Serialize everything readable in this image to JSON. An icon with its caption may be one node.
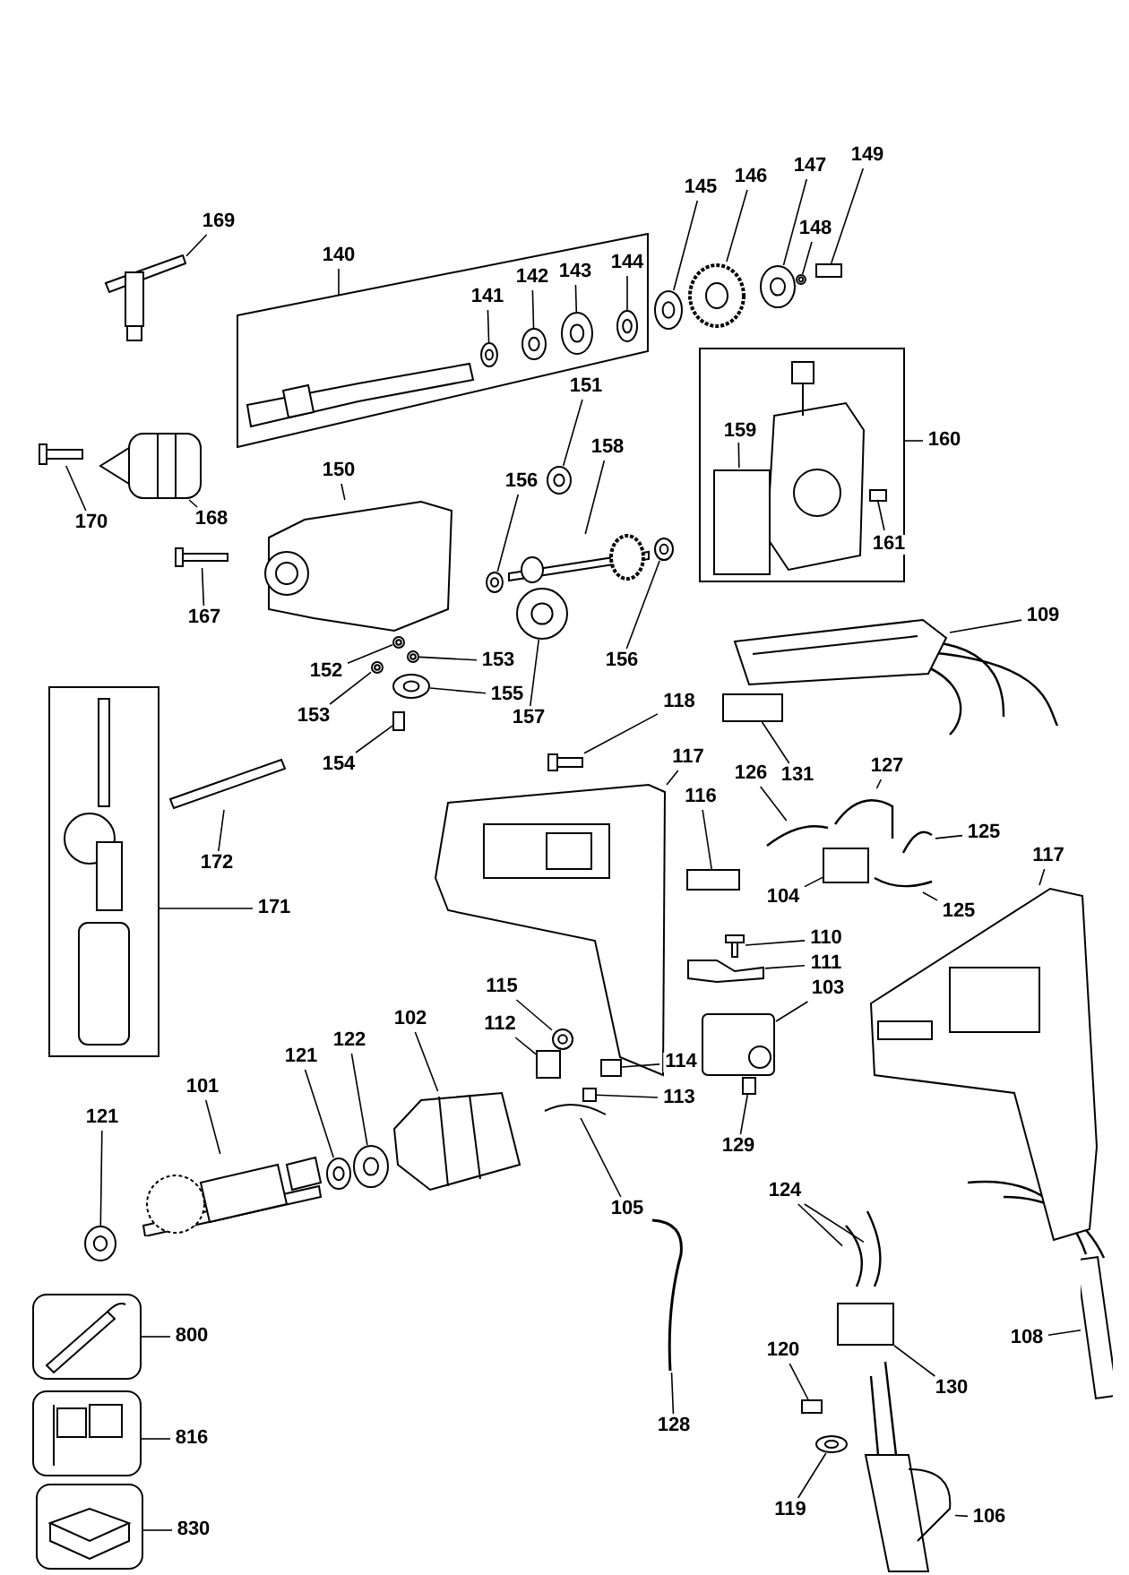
{
  "diagram": {
    "nodes": [
      {
        "text": [
          "149"
        ]
      },
      {
        "text": [
          "147"
        ]
      },
      {
        "text": [
          "146"
        ]
      },
      {
        "text": [
          "145"
        ]
      },
      {
        "text": [
          "169"
        ]
      },
      {
        "text": [
          "148"
        ]
      },
      {
        "text": [
          "140"
        ]
      },
      {
        "text": [
          "144"
        ],
        "in": 11
      },
      {
        "text": [
          "143"
        ],
        "in": 11
      },
      {
        "text": [
          "142"
        ],
        "in": 11
      },
      {
        "text": [
          "141"
        ],
        "in": 11
      },
      {
        "text": [],
        "shape": "box"
      },
      {
        "text": [],
        "shape": "box"
      },
      {
        "text": [
          "151"
        ]
      },
      {
        "text": [
          "159"
        ],
        "in": 12
      },
      {
        "text": [
          "160"
        ]
      },
      {
        "text": [
          "158"
        ]
      },
      {
        "text": [
          "150"
        ]
      },
      {
        "text": [
          "156"
        ]
      },
      {
        "text": [
          "168"
        ]
      },
      {
        "text": [
          "170"
        ]
      },
      {
        "text": [
          "161"
        ],
        "in": 12
      },
      {
        "text": [
          "109"
        ]
      },
      {
        "text": [
          "167"
        ]
      },
      {
        "text": [
          "153"
        ]
      },
      {
        "text": [
          "156"
        ]
      },
      {
        "text": [
          "152"
        ]
      },
      {
        "text": [],
        "shape": "box"
      },
      {
        "text": [
          "155"
        ]
      },
      {
        "text": [
          "118"
        ]
      },
      {
        "text": [
          "153"
        ]
      },
      {
        "text": [
          "157"
        ]
      },
      {
        "text": [
          "117"
        ]
      },
      {
        "text": [
          "154"
        ]
      },
      {
        "text": [
          "126"
        ]
      },
      {
        "text": [
          "127"
        ]
      },
      {
        "text": [
          "131"
        ]
      },
      {
        "text": [
          "116"
        ]
      },
      {
        "text": [
          "125"
        ]
      },
      {
        "text": [
          "117"
        ]
      },
      {
        "text": [
          "172"
        ]
      },
      {
        "text": [
          "104"
        ]
      },
      {
        "text": [
          "171"
        ]
      },
      {
        "text": [
          "125"
        ]
      },
      {
        "text": [
          "110"
        ]
      },
      {
        "text": [
          "111"
        ]
      },
      {
        "text": [
          "115"
        ]
      },
      {
        "text": [
          "103"
        ]
      },
      {
        "text": [
          "102"
        ]
      },
      {
        "text": [
          "112"
        ]
      },
      {
        "text": [
          "122"
        ]
      },
      {
        "text": [
          "121"
        ]
      },
      {
        "text": [
          "114"
        ]
      },
      {
        "text": [
          "101"
        ]
      },
      {
        "text": [
          "113"
        ]
      },
      {
        "text": [
          "121"
        ]
      },
      {
        "text": [
          "129"
        ]
      },
      {
        "text": [
          "124"
        ]
      },
      {
        "text": [
          "105"
        ]
      },
      {
        "text": [],
        "shape": "box"
      },
      {
        "text": [
          "800"
        ]
      },
      {
        "text": [
          "108"
        ]
      },
      {
        "text": [
          "120"
        ]
      },
      {
        "text": [
          "130"
        ]
      },
      {
        "text": [],
        "shape": "box"
      },
      {
        "text": [
          "816"
        ]
      },
      {
        "text": [
          "128"
        ]
      },
      {
        "text": [],
        "shape": "box"
      },
      {
        "text": [
          "119"
        ]
      },
      {
        "text": [
          "106"
        ]
      },
      {
        "text": [
          "830"
        ]
      },
      {
        "text": [],
        "shape": "box"
      },
      {
        "text": [],
        "shape": "circle"
      },
      {
        "text": [],
        "shape": "picture"
      },
      {
        "text": [],
        "shape": "circle"
      },
      {
        "text": [],
        "shape": "circle"
      },
      {
        "text": [],
        "shape": "circle",
        "in": 11
      },
      {
        "text": [],
        "shape": "circle",
        "in": 11
      },
      {
        "text": [],
        "shape": "circle",
        "in": 11
      },
      {
        "text": [],
        "shape": "circle",
        "in": 11
      },
      {
        "text": [],
        "shape": "picture"
      },
      {
        "text": [],
        "shape": "circle"
      },
      {
        "text": [],
        "shape": "picture"
      },
      {
        "text": [],
        "shape": "circle"
      },
      {
        "text": [],
        "shape": "circle"
      },
      {
        "text": [],
        "shape": "picture"
      },
      {
        "text": [],
        "shape": "picture"
      },
      {
        "text": [],
        "shape": "picture"
      },
      {
        "text": [],
        "shape": "box",
        "in": 12
      },
      {
        "text": [],
        "shape": "box",
        "in": 12
      },
      {
        "text": [],
        "shape": "picture"
      },
      {
        "text": [],
        "shape": "picture"
      },
      {
        "text": [],
        "shape": "circle"
      },
      {
        "text": [],
        "shape": "circle"
      },
      {
        "text": [],
        "shape": "circle"
      },
      {
        "text": [],
        "shape": "picture"
      },
      {
        "text": [],
        "shape": "circle"
      },
      {
        "text": [],
        "shape": "circle"
      },
      {
        "text": [],
        "shape": "picture"
      },
      {
        "text": [],
        "shape": "box"
      },
      {
        "text": [],
        "shape": "line"
      },
      {
        "text": [],
        "shape": "line"
      },
      {
        "text": [],
        "shape": "box"
      },
      {
        "text": [],
        "shape": "box"
      },
      {
        "text": [],
        "shape": "line"
      },
      {
        "text": [],
        "shape": "picture"
      },
      {
        "text": [],
        "shape": "bar"
      },
      {
        "text": [],
        "shape": "box"
      },
      {
        "text": [],
        "shape": "line"
      },
      {
        "text": [],
        "shape": "picture"
      },
      {
        "text": [],
        "shape": "picture"
      },
      {
        "text": [],
        "shape": "circle"
      },
      {
        "text": [],
        "shape": "picture"
      },
      {
        "text": [],
        "shape": "picture"
      },
      {
        "text": [],
        "shape": "box"
      },
      {
        "text": [],
        "shape": "circle"
      },
      {
        "text": [],
        "shape": "circle"
      },
      {
        "text": [],
        "shape": "box"
      },
      {
        "text": [],
        "shape": "picture"
      },
      {
        "text": [],
        "shape": "box"
      },
      {
        "text": [],
        "shape": "circle"
      },
      {
        "text": [],
        "shape": "box"
      },
      {
        "text": [],
        "shape": "line"
      },
      {
        "text": [],
        "shape": "line"
      },
      {
        "text": [],
        "shape": "line"
      },
      {
        "text": [],
        "shape": "bar"
      },
      {
        "text": [],
        "shape": "box"
      },
      {
        "text": [],
        "shape": "box"
      },
      {
        "text": [],
        "shape": "line"
      },
      {
        "text": [],
        "shape": "circle"
      },
      {
        "text": [],
        "shape": "picture"
      }
    ],
    "edges": [
      {
        "from": 0,
        "to": 71,
        "arrow": "none"
      },
      {
        "from": 1,
        "to": 72,
        "arrow": "none"
      },
      {
        "from": 2,
        "to": 73,
        "arrow": "none"
      },
      {
        "from": 3,
        "to": 74,
        "arrow": "none"
      },
      {
        "from": 4,
        "to": 80,
        "arrow": "none"
      },
      {
        "from": 5,
        "to": 75,
        "arrow": "none"
      },
      {
        "from": 6,
        "to": 11,
        "arrow": "none"
      },
      {
        "from": 7,
        "to": 76,
        "arrow": "none"
      },
      {
        "from": 8,
        "to": 77,
        "arrow": "none"
      },
      {
        "from": 9,
        "to": 78,
        "arrow": "none"
      },
      {
        "from": 10,
        "to": 79,
        "arrow": "none"
      },
      {
        "from": 13,
        "to": 81,
        "arrow": "none"
      },
      {
        "from": 15,
        "to": 12,
        "arrow": "none"
      },
      {
        "from": 16,
        "to": 82,
        "arrow": "none"
      },
      {
        "from": 17,
        "to": 85,
        "arrow": "none"
      },
      {
        "from": 18,
        "to": 83,
        "arrow": "none"
      },
      {
        "from": 19,
        "to": 86,
        "arrow": "none"
      },
      {
        "from": 20,
        "to": 87,
        "arrow": "none"
      },
      {
        "from": 14,
        "to": 88,
        "arrow": "none"
      },
      {
        "from": 21,
        "to": 89,
        "arrow": "none"
      },
      {
        "from": 22,
        "to": 90,
        "arrow": "none"
      },
      {
        "from": 23,
        "to": 91,
        "arrow": "none"
      },
      {
        "from": 24,
        "to": 92,
        "arrow": "none"
      },
      {
        "from": 25,
        "to": 84,
        "arrow": "none"
      },
      {
        "from": 26,
        "to": 93,
        "arrow": "none"
      },
      {
        "from": 28,
        "to": 94,
        "arrow": "none"
      },
      {
        "from": 29,
        "to": 95,
        "arrow": "none"
      },
      {
        "from": 30,
        "to": 96,
        "arrow": "none"
      },
      {
        "from": 31,
        "to": 97,
        "arrow": "none"
      },
      {
        "from": 32,
        "to": 98,
        "arrow": "none"
      },
      {
        "from": 33,
        "to": 99,
        "arrow": "none"
      },
      {
        "from": 34,
        "to": 100,
        "arrow": "none"
      },
      {
        "from": 35,
        "to": 101,
        "arrow": "none"
      },
      {
        "from": 36,
        "to": 102,
        "arrow": "none"
      },
      {
        "from": 37,
        "to": 103,
        "arrow": "none"
      },
      {
        "from": 38,
        "to": 104,
        "arrow": "none"
      },
      {
        "from": 39,
        "to": 105,
        "arrow": "none"
      },
      {
        "from": 40,
        "to": 106,
        "arrow": "none"
      },
      {
        "from": 41,
        "to": 107,
        "arrow": "none"
      },
      {
        "from": 42,
        "to": 27,
        "arrow": "none"
      },
      {
        "from": 43,
        "to": 108,
        "arrow": "none"
      },
      {
        "from": 44,
        "to": 109,
        "arrow": "none"
      },
      {
        "from": 45,
        "to": 110,
        "arrow": "none"
      },
      {
        "from": 46,
        "to": 111,
        "arrow": "none"
      },
      {
        "from": 47,
        "to": 112,
        "arrow": "none"
      },
      {
        "from": 48,
        "to": 113,
        "arrow": "none"
      },
      {
        "from": 49,
        "to": 114,
        "arrow": "none"
      },
      {
        "from": 50,
        "to": 115,
        "arrow": "none"
      },
      {
        "from": 51,
        "to": 116,
        "arrow": "none"
      },
      {
        "from": 52,
        "to": 117,
        "arrow": "none"
      },
      {
        "from": 53,
        "to": 118,
        "arrow": "none"
      },
      {
        "from": 54,
        "to": 119,
        "arrow": "none"
      },
      {
        "from": 55,
        "to": 120,
        "arrow": "none"
      },
      {
        "from": 56,
        "to": 121,
        "arrow": "none"
      },
      {
        "from": 57,
        "to": 122,
        "arrow": "none"
      },
      {
        "from": 57,
        "to": 123,
        "arrow": "none"
      },
      {
        "from": 58,
        "to": 124,
        "arrow": "none"
      },
      {
        "from": 60,
        "to": 59,
        "arrow": "none"
      },
      {
        "from": 61,
        "to": 125,
        "arrow": "none"
      },
      {
        "from": 62,
        "to": 126,
        "arrow": "none"
      },
      {
        "from": 63,
        "to": 127,
        "arrow": "none"
      },
      {
        "from": 65,
        "to": 64,
        "arrow": "none"
      },
      {
        "from": 66,
        "to": 128,
        "arrow": "none"
      },
      {
        "from": 68,
        "to": 129,
        "arrow": "none"
      },
      {
        "from": 69,
        "to": 130,
        "arrow": "none"
      },
      {
        "from": 70,
        "to": 67,
        "arrow": "none"
      }
    ]
  }
}
